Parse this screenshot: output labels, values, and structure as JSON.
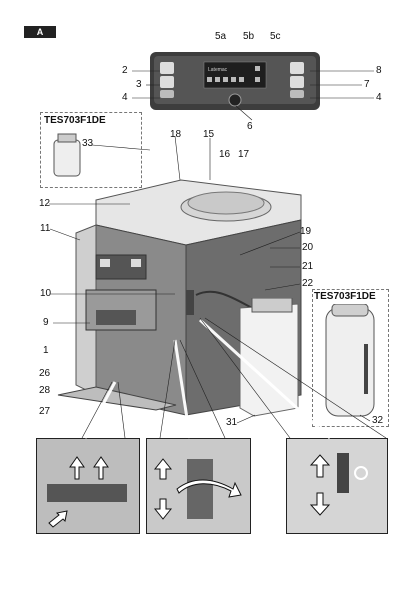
{
  "section_badge": "A",
  "control_panel": {
    "display_text": "Latemac",
    "callouts": [
      "5a",
      "5b",
      "5c",
      "2",
      "3",
      "4",
      "8",
      "7",
      "4",
      "6"
    ]
  },
  "box_left": {
    "title": "TES703F1DE",
    "item": "33"
  },
  "box_right": {
    "title": "TES703F1DE",
    "item": "32"
  },
  "callouts": {
    "c18": "18",
    "c15": "15",
    "c16": "16",
    "c17": "17",
    "c12": "12",
    "c11": "11",
    "c19": "19",
    "c20": "20",
    "c21": "21",
    "c22": "22",
    "c10": "10",
    "c9": "9",
    "c1": "1",
    "c26": "26",
    "c28": "28",
    "c27": "27",
    "c31": "31"
  },
  "colors": {
    "machine_dark": "#6d6d6d",
    "machine_light": "#d9d9d9",
    "panel_bg": "#4a4a4a",
    "accent_white": "#ffffff"
  }
}
